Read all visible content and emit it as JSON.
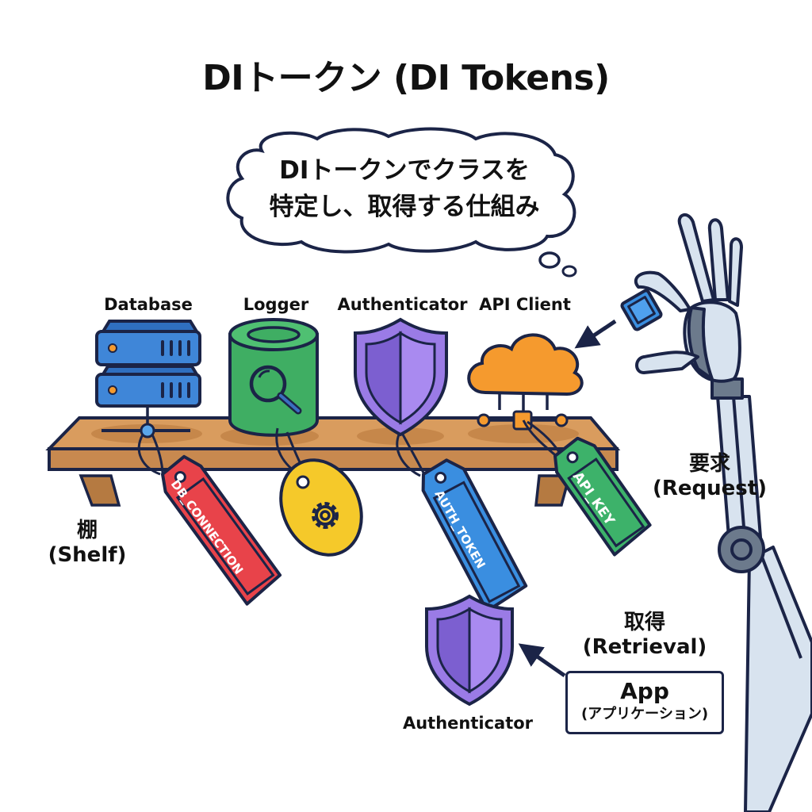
{
  "title": "DIトークン (DI Tokens)",
  "thought_bubble": {
    "line1": "DIトークンでクラスを",
    "line2": "特定し、取得する仕組み"
  },
  "services": [
    {
      "label": "Database",
      "icon": "server-stack-icon",
      "color": "#3f86d8"
    },
    {
      "label": "Logger",
      "icon": "cylinder-magnifier-icon",
      "color": "#3fae63"
    },
    {
      "label": "Authenticator",
      "icon": "shield-icon",
      "color": "#8a6ad8"
    },
    {
      "label": "API Client",
      "icon": "cloud-network-icon",
      "color": "#f59a2e"
    }
  ],
  "tokens": [
    {
      "label": "DB_CONNECTION",
      "color": "#e8434a"
    },
    {
      "label": "",
      "icon": "gear-icon",
      "color": "#f5c92a"
    },
    {
      "label": "AUTH_TOKEN",
      "color": "#3a8ee0"
    },
    {
      "label": "API_KEY",
      "color": "#3db26a"
    }
  ],
  "shelf": {
    "label_jp": "棚",
    "label_en": "(Shelf)"
  },
  "request": {
    "label_jp": "要求",
    "label_en": "(Request)"
  },
  "retrieval": {
    "label_jp": "取得",
    "label_en": "(Retrieval)"
  },
  "result": {
    "label": "Authenticator"
  },
  "app": {
    "title": "App",
    "subtitle": "(アプリケーション)"
  },
  "colors": {
    "outline": "#1b2447",
    "shelf": "#c8894f",
    "shelf_top": "#d99c5e",
    "robot": "#d8e3ef",
    "robot_dark": "#6c7a8c"
  }
}
